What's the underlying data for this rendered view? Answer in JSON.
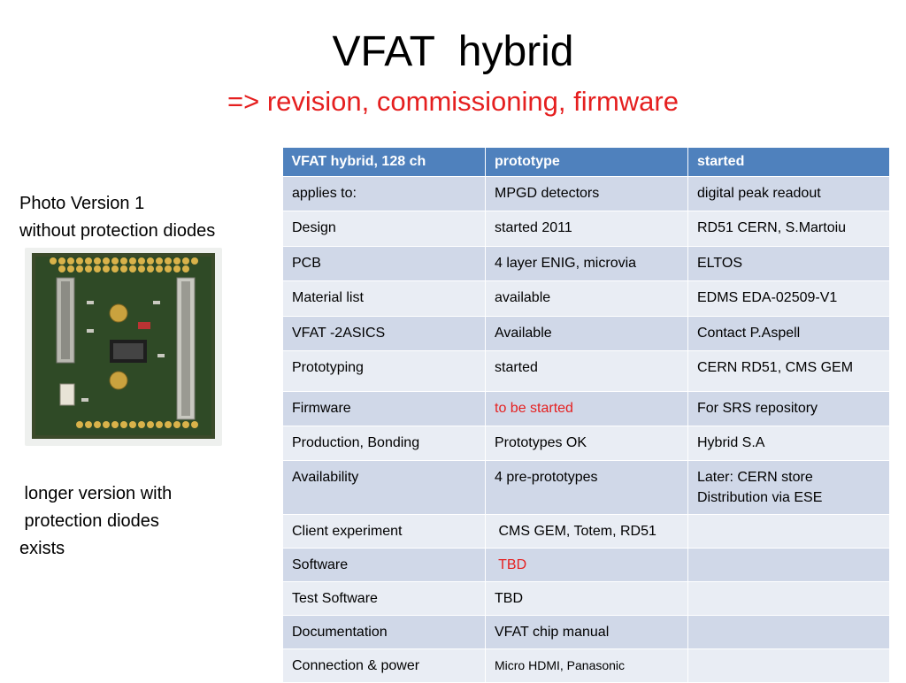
{
  "slide": {
    "title": "VFAT  hybrid",
    "subtitle": "=> revision, commissioning, firmware"
  },
  "caption_top": [
    "Photo Version 1",
    "without protection diodes"
  ],
  "caption_bottom": [
    " longer version with",
    " protection diodes",
    "exists"
  ],
  "table": {
    "headers": [
      "VFAT hybrid, 128 ch",
      "prototype",
      "started"
    ],
    "rows": [
      [
        "applies  to:",
        "MPGD detectors",
        "digital  peak readout"
      ],
      [
        "Design",
        "started 2011",
        "RD51 CERN, S.Martoiu"
      ],
      [
        "PCB",
        "4 layer ENIG, microvia",
        "ELTOS"
      ],
      [
        "Material list",
        "available",
        "EDMS  EDA-02509-V1"
      ],
      [
        "VFAT -2ASICS",
        "Available",
        "Contact P.Aspell"
      ],
      [
        "Prototyping",
        "started",
        "CERN RD51, CMS GEM"
      ],
      [
        "Firmware",
        "to be  started",
        "For SRS repository"
      ],
      [
        "Production, Bonding",
        "Prototypes OK",
        "Hybrid S.A"
      ],
      [
        "Availability",
        "4 pre-prototypes",
        "Later: CERN store\nDistribution via ESE"
      ],
      [
        "Client experiment",
        " CMS GEM, Totem, RD51",
        ""
      ],
      [
        "Software",
        " TBD",
        ""
      ],
      [
        "Test Software",
        "TBD",
        ""
      ],
      [
        "Documentation",
        "VFAT  chip manual",
        ""
      ],
      [
        "Connection  & power",
        "Micro HDMI, Panasonic",
        ""
      ]
    ],
    "colors": {
      "header": "#4f81bd",
      "row_dark": "#d0d8e8",
      "row_light": "#e9edf4",
      "highlight": "#e51f1f"
    }
  }
}
